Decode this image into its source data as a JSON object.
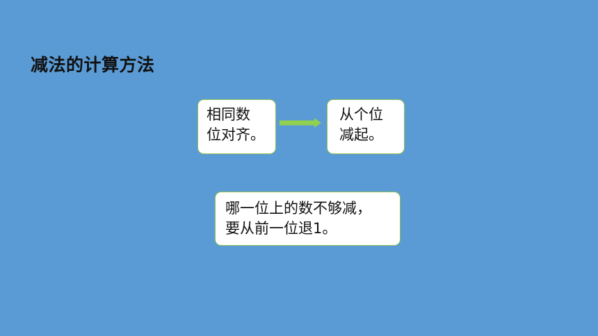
{
  "title": "减法的计算方法",
  "steps": [
    {
      "lines": [
        "相同数",
        "位对齐。"
      ]
    },
    {
      "lines": [
        "从个位",
        "减起。"
      ]
    }
  ],
  "note": {
    "lines": [
      "哪一位上的数不够减，",
      "要从前一位退1。"
    ]
  },
  "colors": {
    "background": "#5b9bd5",
    "box_border": "#92c050",
    "arrow": "#92d050"
  }
}
